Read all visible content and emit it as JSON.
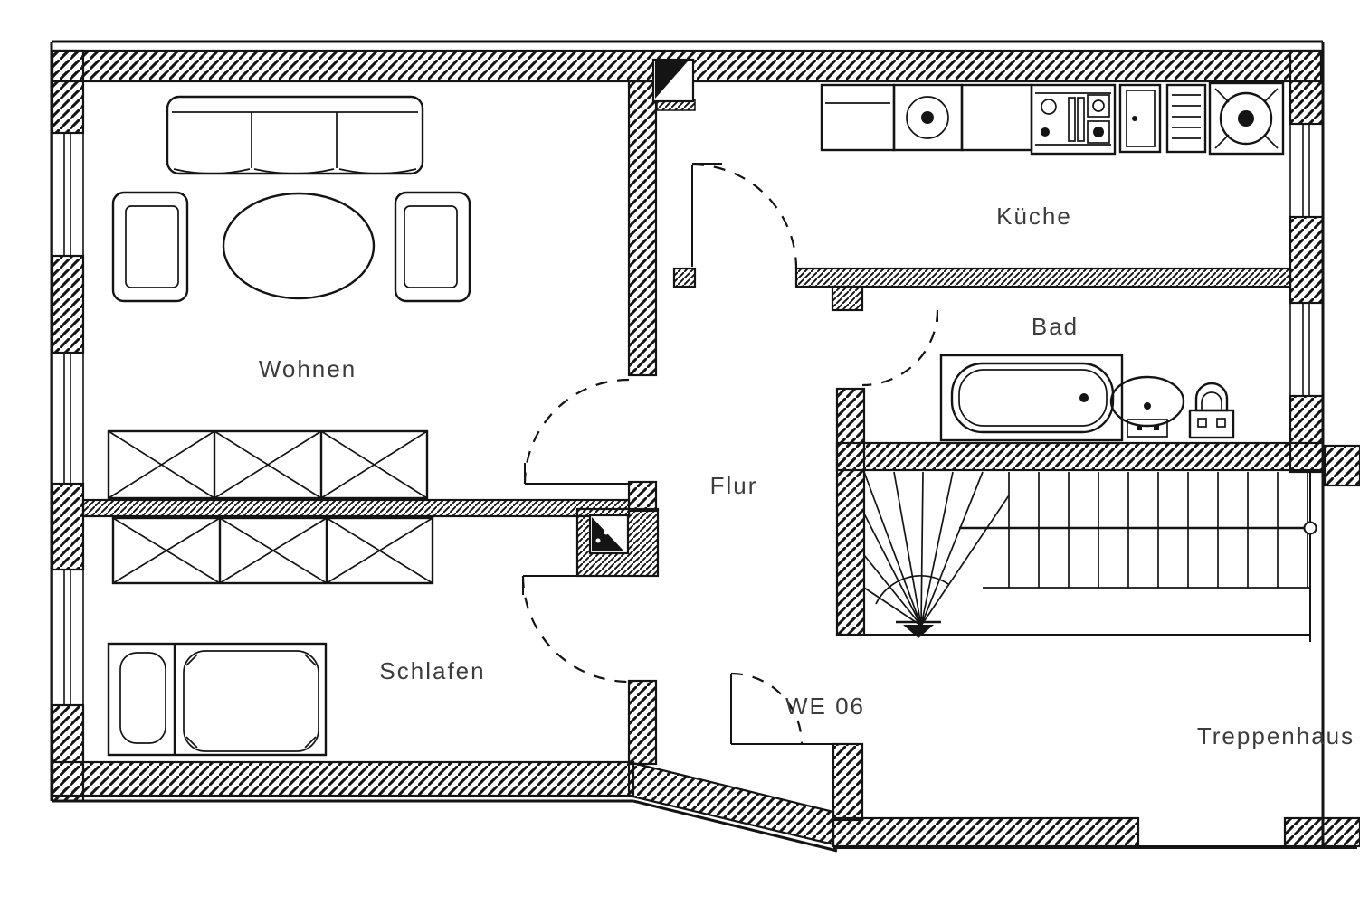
{
  "plan": {
    "unit_label": "WE 06",
    "rooms": {
      "wohnen": {
        "label": "Wohnen"
      },
      "schlafen": {
        "label": "Schlafen"
      },
      "kueche": {
        "label": "Küche"
      },
      "bad": {
        "label": "Bad"
      },
      "flur": {
        "label": "Flur"
      },
      "treppenhaus": {
        "label": "Treppenhaus"
      }
    },
    "colors": {
      "background": "#ffffff",
      "wall_line": "#141414",
      "label_text": "#3c3c3c"
    },
    "icons": [
      "sofa-icon",
      "armchair-icon",
      "coffee-table-icon",
      "wardrobe-icon",
      "bed-icon",
      "pillow-icon",
      "kitchen-counter-icon",
      "washing-machine-icon",
      "kitchen-sink-icon",
      "refrigerator-icon",
      "oven-icon",
      "cooktop-icon",
      "bathtub-icon",
      "washbasin-icon",
      "toilet-icon",
      "stairs-icon",
      "stair-direction-arrow-icon",
      "handrail-icon",
      "door-swing-icon",
      "chimney-icon",
      "window-icon"
    ]
  }
}
